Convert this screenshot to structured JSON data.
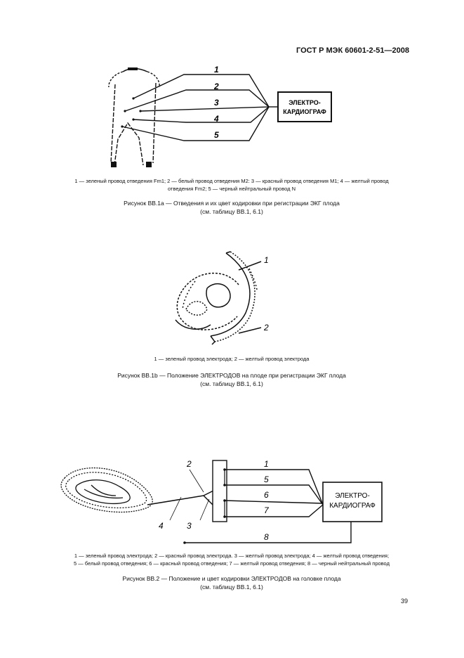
{
  "header": {
    "title": "ГОСТ Р МЭК 60601-2-51—2008"
  },
  "fig1": {
    "box_line1": "ЭЛЕКТРО-",
    "box_line2": "КАРДИОГРАФ",
    "labels": [
      "1",
      "2",
      "3",
      "4",
      "5"
    ],
    "legend_line1": "1 — зеленый провод отведения Fm1; 2 — белый провод отведения M2: 3 — красный провод отведения M1; 4 — желтый провод",
    "legend_line2": "отведения Fm2; 5 — черный нейтральный провод N",
    "caption_line1": "Рисунок ВВ.1a — Отведения и их цвет кодировки при регистрации ЭКГ плода",
    "caption_line2": "(см. таблицу ВВ.1, 6.1)"
  },
  "fig2": {
    "labels": [
      "1",
      "2"
    ],
    "legend": "1 — зеленый провод электрода; 2 — желтый провод электрода",
    "caption_line1": "Рисунок ВВ.1b — Положение ЭЛЕКТРОДОВ на плоде при регистрации ЭКГ плода",
    "caption_line2": "(см. таблицу ВВ.1, 6.1)"
  },
  "fig3": {
    "box_line1": "ЭЛЕКТРО-",
    "box_line2": "КАРДИОГРАФ",
    "labels": [
      "1",
      "5",
      "6",
      "7",
      "8",
      "2",
      "3",
      "4"
    ],
    "legend_line1": "1 — зеленый провод электрода; 2 — красный провод электрода. 3 — желтый провод электрода; 4 — желтый провод отведения;",
    "legend_line2": "5 — белый провод отведения; 6 — красный провод отведения; 7 — желтый провод отведения; 8 — черный нейтральный провод",
    "caption_line1": "Рисунок ВВ.2 — Положение и цвет кодировки ЭЛЕКТРОДОВ на головке плода",
    "caption_line2": "(см. таблицу ВВ.1, 6.1)"
  },
  "page_number": "39"
}
